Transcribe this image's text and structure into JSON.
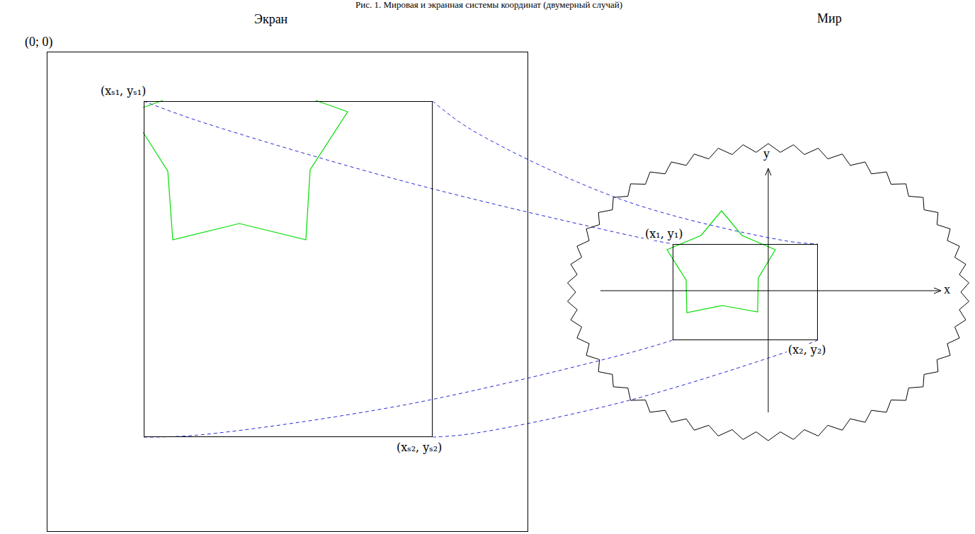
{
  "diagram": {
    "title": "Рис. 1. Мировая и экранная системы координат (двумерный случай)",
    "nodes": [
      {
        "text": [
          "Экран"
        ]
      },
      {
        "text": [
          "(xₛ₁, yₛ₁)",
          "(xₛ₂, yₛ₂)"
        ],
        "in": 0
      },
      {
        "text": [
          "Мир"
        ]
      },
      {
        "text": [
          "(x₁, y₁)",
          "(x₂, y₂)"
        ],
        "in": 2
      }
    ],
    "edges": [
      {
        "from": 1,
        "to": 3,
        "arrow": "none"
      },
      {
        "from": 1,
        "to": 3,
        "arrow": "none"
      },
      {
        "from": 1,
        "to": 3,
        "arrow": "none"
      },
      {
        "from": 1,
        "to": 3,
        "arrow": "none"
      }
    ],
    "labels": [
      "(0; 0)",
      "y",
      "x"
    ]
  }
}
